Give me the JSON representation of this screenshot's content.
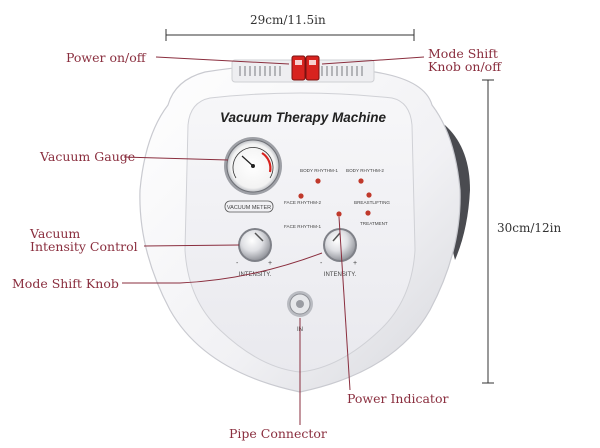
{
  "dimensions": {
    "width_label": "29cm/11.5in",
    "height_label": "30cm/12in"
  },
  "machine": {
    "title": "Vacuum Therapy Machine",
    "gauge_label": "VACUUM METER",
    "left_knob_label": "INTENSITY.",
    "right_knob_label": "INTENSITY.",
    "knob_minus": "-",
    "knob_plus": "+",
    "mode_labels": {
      "body_rhythm_1": "BODY RHYTHM-1",
      "body_rhythm_2": "BODY RHYTHM-2",
      "face_rhythm_2": "FACE RHYTHM-2",
      "breastlifting": "BREASTLIFTING",
      "treatment": "TREATMENT",
      "face_rhythm_1": "FACE RHYTHM-1"
    },
    "inlet_label": "IN"
  },
  "callouts": {
    "power": "Power on/off",
    "mode_shift_knob_onoff_line1": "Mode Shift",
    "mode_shift_knob_onoff_line2": "Knob on/off",
    "vacuum_gauge": "Vacuum Gauge",
    "vacuum_control_line1": "Vacuum",
    "vacuum_control_line2": "Intensity Control",
    "mode_shift_knob": "Mode Shift Knob",
    "power_indicator": "Power Indicator",
    "pipe_connector": "Pipe Connector"
  },
  "colors": {
    "callout_text": "#8a2e3e",
    "switch_red": "#d8231f",
    "indicator_red": "#c0392b"
  }
}
